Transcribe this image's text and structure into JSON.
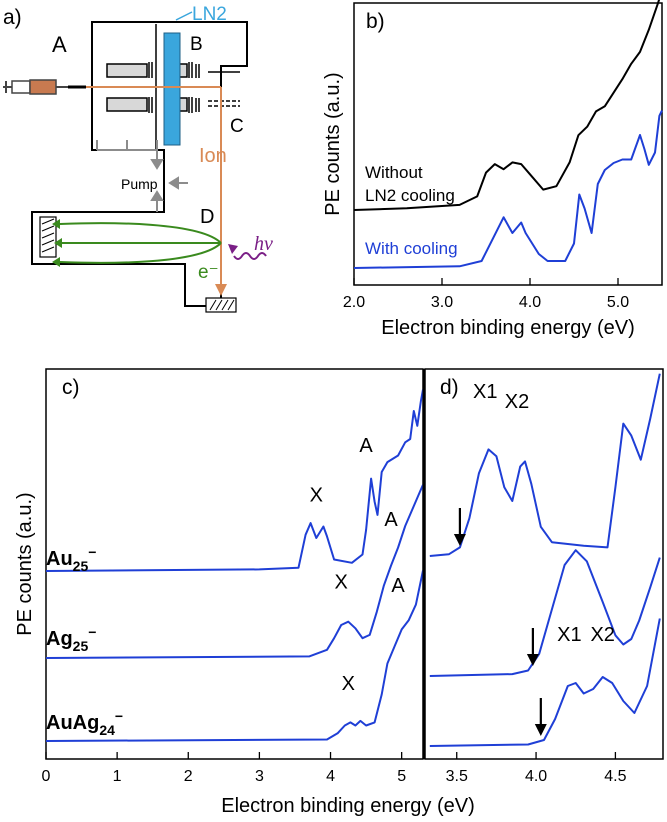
{
  "panel_a": {
    "panel_label": "a)",
    "labels": {
      "A": "A",
      "B": "B",
      "C": "C",
      "D": "D",
      "ln2": "LN2",
      "ion": "Ion",
      "pump": "Pump",
      "hv": "hv",
      "electron": "e⁻"
    },
    "colors": {
      "ln2": "#3aa6dd",
      "ion": "#d98a55",
      "electron": "#3a8a1e",
      "hv": "#7a1f86",
      "arrow_gray": "#8c8c8c"
    }
  },
  "chart_data": [
    {
      "id": "b",
      "type": "line",
      "panel_label": "b)",
      "xlabel": "Electron binding energy (eV)",
      "ylabel": "PE counts (a.u.)",
      "xlim": [
        2.0,
        5.5
      ],
      "xticks": [
        "2.0",
        "3.0",
        "4.0",
        "5.0"
      ],
      "series": [
        {
          "name": "Without LN2 cooling",
          "label_lines": [
            "Without",
            "LN2 cooling"
          ],
          "color": "#000000",
          "points": [
            [
              2.0,
              0.0
            ],
            [
              2.6,
              0.01
            ],
            [
              3.2,
              0.03
            ],
            [
              3.4,
              0.08
            ],
            [
              3.5,
              0.22
            ],
            [
              3.6,
              0.27
            ],
            [
              3.7,
              0.24
            ],
            [
              3.8,
              0.28
            ],
            [
              3.9,
              0.27
            ],
            [
              4.0,
              0.21
            ],
            [
              4.15,
              0.12
            ],
            [
              4.3,
              0.14
            ],
            [
              4.45,
              0.28
            ],
            [
              4.55,
              0.44
            ],
            [
              4.65,
              0.49
            ],
            [
              4.75,
              0.58
            ],
            [
              4.85,
              0.61
            ],
            [
              4.95,
              0.69
            ],
            [
              5.05,
              0.77
            ],
            [
              5.15,
              0.86
            ],
            [
              5.25,
              0.93
            ],
            [
              5.35,
              1.06
            ],
            [
              5.45,
              1.21
            ],
            [
              5.5,
              1.29
            ]
          ]
        },
        {
          "name": "With cooling",
          "label_lines": [
            "With cooling"
          ],
          "color": "#1f3fd6",
          "points": [
            [
              2.0,
              0.0
            ],
            [
              3.2,
              0.01
            ],
            [
              3.45,
              0.04
            ],
            [
              3.6,
              0.19
            ],
            [
              3.7,
              0.29
            ],
            [
              3.8,
              0.2
            ],
            [
              3.9,
              0.26
            ],
            [
              3.95,
              0.2
            ],
            [
              4.1,
              0.08
            ],
            [
              4.2,
              0.04
            ],
            [
              4.4,
              0.04
            ],
            [
              4.5,
              0.14
            ],
            [
              4.56,
              0.42
            ],
            [
              4.62,
              0.34
            ],
            [
              4.7,
              0.2
            ],
            [
              4.77,
              0.48
            ],
            [
              4.85,
              0.56
            ],
            [
              4.95,
              0.6
            ],
            [
              5.05,
              0.62
            ],
            [
              5.15,
              0.62
            ],
            [
              5.25,
              0.76
            ],
            [
              5.3,
              0.68
            ],
            [
              5.35,
              0.59
            ],
            [
              5.42,
              0.66
            ],
            [
              5.47,
              0.87
            ],
            [
              5.5,
              0.9
            ]
          ]
        }
      ]
    },
    {
      "id": "c",
      "type": "line",
      "panel_label": "c)",
      "xlabel": "Electron binding energy (eV)",
      "ylabel": "PE counts (a.u.)",
      "xlim": [
        0,
        5.3
      ],
      "xticks": [
        "0",
        "1",
        "2",
        "3",
        "4",
        "5"
      ],
      "color": "#1f3fd6",
      "series": [
        {
          "name": "Au25-",
          "label_main": "Au",
          "label_sub": "25",
          "label_sup": "−",
          "peak_labels": [
            {
              "text": "X",
              "x": 3.8,
              "y": 0.42
            },
            {
              "text": "A",
              "x": 4.5,
              "y": 0.72
            }
          ],
          "points": [
            [
              0,
              0.0
            ],
            [
              3.0,
              0.01
            ],
            [
              3.55,
              0.02
            ],
            [
              3.65,
              0.22
            ],
            [
              3.72,
              0.29
            ],
            [
              3.8,
              0.2
            ],
            [
              3.9,
              0.27
            ],
            [
              3.95,
              0.21
            ],
            [
              4.05,
              0.07
            ],
            [
              4.3,
              0.05
            ],
            [
              4.45,
              0.1
            ],
            [
              4.5,
              0.25
            ],
            [
              4.57,
              0.56
            ],
            [
              4.62,
              0.42
            ],
            [
              4.66,
              0.34
            ],
            [
              4.72,
              0.6
            ],
            [
              4.8,
              0.66
            ],
            [
              4.95,
              0.7
            ],
            [
              5.05,
              0.78
            ],
            [
              5.12,
              0.8
            ],
            [
              5.17,
              0.97
            ],
            [
              5.22,
              0.88
            ],
            [
              5.27,
              1.03
            ],
            [
              5.3,
              1.1
            ]
          ]
        },
        {
          "name": "Ag25-",
          "label_main": "Ag",
          "label_sub": "25",
          "label_sup": "−",
          "peak_labels": [
            {
              "text": "X",
              "x": 4.15,
              "y": 0.42
            },
            {
              "text": "A",
              "x": 4.85,
              "y": 0.8
            }
          ],
          "points": [
            [
              0,
              0.0
            ],
            [
              3.7,
              0.01
            ],
            [
              3.95,
              0.05
            ],
            [
              4.05,
              0.12
            ],
            [
              4.15,
              0.2
            ],
            [
              4.25,
              0.22
            ],
            [
              4.35,
              0.18
            ],
            [
              4.45,
              0.12
            ],
            [
              4.55,
              0.14
            ],
            [
              4.65,
              0.28
            ],
            [
              4.75,
              0.44
            ],
            [
              4.85,
              0.56
            ],
            [
              4.95,
              0.67
            ],
            [
              5.05,
              0.8
            ],
            [
              5.15,
              0.9
            ],
            [
              5.25,
              1.0
            ],
            [
              5.3,
              1.05
            ]
          ]
        },
        {
          "name": "AuAg24-",
          "label_main": "AuAg",
          "label_sub": "24",
          "label_sup": "−",
          "peak_labels": [
            {
              "text": "X",
              "x": 4.25,
              "y": 0.33
            },
            {
              "text": "A",
              "x": 4.95,
              "y": 0.96
            }
          ],
          "points": [
            [
              0,
              0.0
            ],
            [
              3.95,
              0.01
            ],
            [
              4.1,
              0.05
            ],
            [
              4.2,
              0.1
            ],
            [
              4.28,
              0.12
            ],
            [
              4.35,
              0.1
            ],
            [
              4.42,
              0.13
            ],
            [
              4.5,
              0.1
            ],
            [
              4.62,
              0.12
            ],
            [
              4.72,
              0.3
            ],
            [
              4.8,
              0.5
            ],
            [
              4.9,
              0.61
            ],
            [
              5.0,
              0.72
            ],
            [
              5.1,
              0.78
            ],
            [
              5.2,
              0.88
            ],
            [
              5.3,
              1.1
            ]
          ]
        }
      ]
    },
    {
      "id": "d",
      "type": "line",
      "panel_label": "d)",
      "xlabel": "",
      "xlim": [
        3.3,
        4.8
      ],
      "xticks": [
        "3.5",
        "4.0",
        "4.5"
      ],
      "color": "#1f3fd6",
      "series": [
        {
          "name": "Au25-",
          "arrow_x": 3.52,
          "peak_labels": [
            {
              "text": "X1",
              "x": 3.68,
              "y": 0.92
            },
            {
              "text": "X2",
              "x": 3.88,
              "y": 0.86
            }
          ],
          "points": [
            [
              3.33,
              0.0
            ],
            [
              3.45,
              0.01
            ],
            [
              3.52,
              0.05
            ],
            [
              3.58,
              0.22
            ],
            [
              3.64,
              0.48
            ],
            [
              3.7,
              0.62
            ],
            [
              3.75,
              0.58
            ],
            [
              3.8,
              0.4
            ],
            [
              3.85,
              0.32
            ],
            [
              3.9,
              0.52
            ],
            [
              3.93,
              0.55
            ],
            [
              3.97,
              0.42
            ],
            [
              4.03,
              0.17
            ],
            [
              4.1,
              0.08
            ],
            [
              4.3,
              0.06
            ],
            [
              4.45,
              0.05
            ],
            [
              4.5,
              0.4
            ],
            [
              4.55,
              0.77
            ],
            [
              4.6,
              0.7
            ],
            [
              4.66,
              0.56
            ],
            [
              4.72,
              0.8
            ],
            [
              4.78,
              1.06
            ]
          ]
        },
        {
          "name": "Ag25-",
          "arrow_x": 3.98,
          "peak_labels": [],
          "points": [
            [
              3.33,
              0.0
            ],
            [
              3.85,
              0.01
            ],
            [
              3.95,
              0.03
            ],
            [
              4.02,
              0.12
            ],
            [
              4.1,
              0.36
            ],
            [
              4.18,
              0.6
            ],
            [
              4.25,
              0.68
            ],
            [
              4.32,
              0.62
            ],
            [
              4.42,
              0.4
            ],
            [
              4.5,
              0.22
            ],
            [
              4.55,
              0.17
            ],
            [
              4.6,
              0.2
            ],
            [
              4.65,
              0.3
            ],
            [
              4.72,
              0.48
            ],
            [
              4.78,
              0.64
            ]
          ]
        },
        {
          "name": "AuAg24-",
          "arrow_x": 4.03,
          "peak_labels": [
            {
              "text": "X1",
              "x": 4.21,
              "y": 0.7
            },
            {
              "text": "X2",
              "x": 4.42,
              "y": 0.7
            }
          ],
          "points": [
            [
              3.33,
              0.0
            ],
            [
              3.95,
              0.01
            ],
            [
              4.05,
              0.04
            ],
            [
              4.12,
              0.18
            ],
            [
              4.2,
              0.4
            ],
            [
              4.25,
              0.42
            ],
            [
              4.3,
              0.35
            ],
            [
              4.36,
              0.38
            ],
            [
              4.42,
              0.46
            ],
            [
              4.48,
              0.42
            ],
            [
              4.55,
              0.3
            ],
            [
              4.62,
              0.22
            ],
            [
              4.7,
              0.4
            ],
            [
              4.78,
              0.85
            ]
          ]
        }
      ]
    }
  ]
}
